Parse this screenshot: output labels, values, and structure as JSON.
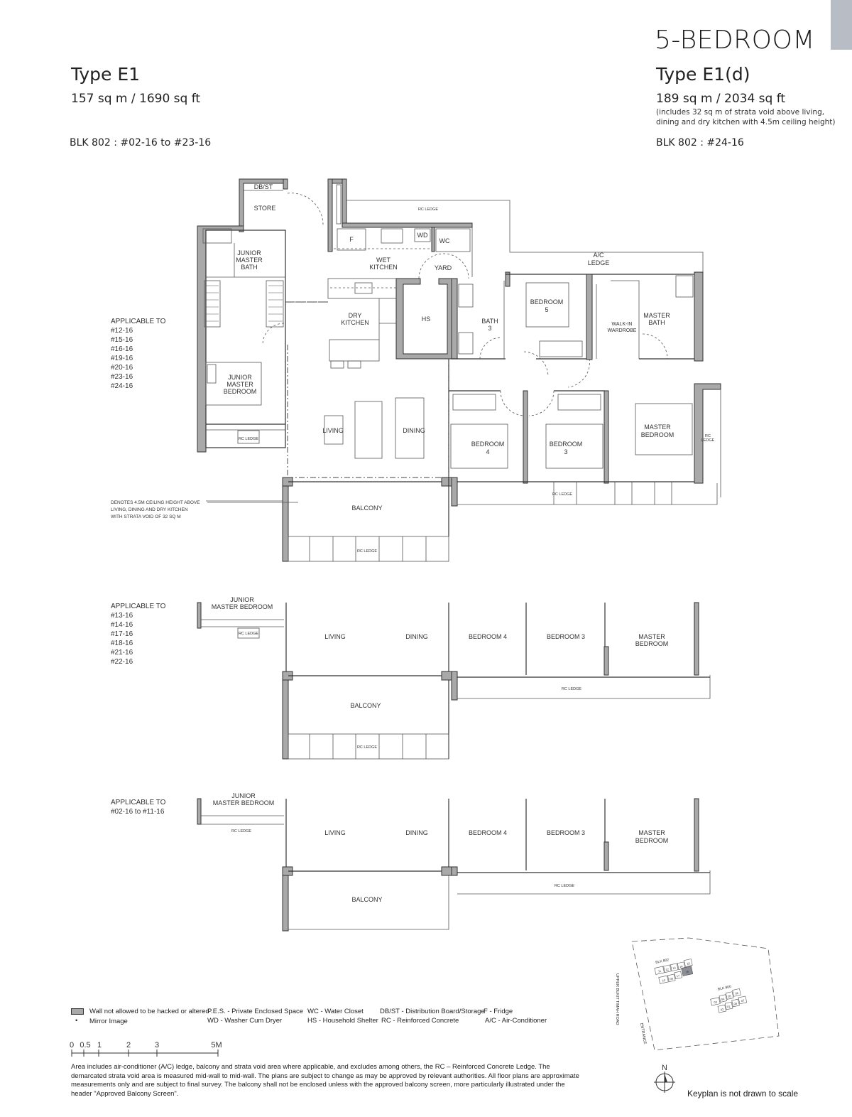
{
  "header": {
    "category": "5-BEDROOM",
    "left": {
      "type": "Type E1",
      "area": "157 sq m / 1690 sq ft",
      "blk": "BLK 802 : #02-16 to #23-16"
    },
    "right": {
      "type": "Type E1(d)",
      "area": "189 sq m / 2034 sq ft",
      "note_line1": "(includes 32 sq m of strata void above living,",
      "note_line2": "dining and dry kitchen with 4.5m ceiling height)",
      "blk": "BLK 802 : #24-16"
    }
  },
  "plan_main": {
    "applicable_title": "APPLICABLE TO",
    "applicable_units": [
      "#12-16",
      "#15-16",
      "#16-16",
      "#19-16",
      "#20-16",
      "#23-16",
      "#24-16"
    ],
    "rooms": {
      "dbst": "DB/ST",
      "store": "STORE",
      "rc_ledge_top": "RC LEDGE",
      "jm_bath_1": "JUNIOR",
      "jm_bath_2": "MASTER",
      "jm_bath_3": "BATH",
      "fridge": "F",
      "wd": "WD",
      "wc": "WC",
      "wet_kitchen_1": "WET",
      "wet_kitchen_2": "KITCHEN",
      "yard": "YARD",
      "ac_ledge_1": "A/C",
      "ac_ledge_2": "LEDGE",
      "dry_kitchen_1": "DRY",
      "dry_kitchen_2": "KITCHEN",
      "hs": "HS",
      "bath3_1": "BATH",
      "bath3_2": "3",
      "bedroom5_1": "BEDROOM",
      "bedroom5_2": "5",
      "wiw_1": "WALK-IN",
      "wiw_2": "WARDROBE",
      "master_bath_1": "MASTER",
      "master_bath_2": "BATH",
      "jmb_1": "JUNIOR",
      "jmb_2": "MASTER",
      "jmb_3": "BEDROOM",
      "rc_ledge_jm": "RC LEDGE",
      "living": "LIVING",
      "dining": "DINING",
      "bedroom4_1": "BEDROOM",
      "bedroom4_2": "4",
      "bedroom3_1": "BEDROOM",
      "bedroom3_2": "3",
      "master_bedroom_1": "MASTER",
      "master_bedroom_2": "BEDROOM",
      "rc_ledge_right_1": "RC",
      "rc_ledge_right_2": "LEDGE",
      "rc_ledge_bottom": "RC LEDGE",
      "balcony": "BALCONY",
      "rc_ledge_balcony": "RC LEDGE"
    },
    "void_note": [
      "DENOTES 4.5M CEILING HEIGHT ABOVE",
      "LIVING, DINING AND DRY KITCHEN",
      "WITH STRATA VOID OF 32 SQ M"
    ]
  },
  "plan_2": {
    "applicable_title": "APPLICABLE TO",
    "applicable_units": [
      "#13-16",
      "#14-16",
      "#17-16",
      "#18-16",
      "#21-16",
      "#22-16"
    ],
    "rooms": {
      "jmb_1": "JUNIOR",
      "jmb_2": "MASTER BEDROOM",
      "rc_ledge_jm": "RC LEDGE",
      "living": "LIVING",
      "dining": "DINING",
      "bedroom4": "BEDROOM 4",
      "bedroom3": "BEDROOM 3",
      "master_1": "MASTER",
      "master_2": "BEDROOM",
      "rc_ledge_bottom": "RC LEDGE",
      "balcony": "BALCONY",
      "rc_ledge_balcony": "RC LEDGE"
    }
  },
  "plan_3": {
    "applicable_title": "APPLICABLE TO",
    "applicable_units": [
      "#02-16 to #11-16"
    ],
    "rooms": {
      "jmb_1": "JUNIOR",
      "jmb_2": "MASTER BEDROOM",
      "rc_ledge_jm": "RC LEDGE",
      "living": "LIVING",
      "dining": "DINING",
      "bedroom4": "BEDROOM 4",
      "bedroom3": "BEDROOM 3",
      "master_1": "MASTER",
      "master_2": "BEDROOM",
      "rc_ledge_bottom": "RC LEDGE",
      "balcony": "BALCONY"
    }
  },
  "legend": {
    "wall": "Wall not allowed to be hacked or altered",
    "mirror": "Mirror Image",
    "pes": "P.E.S. - Private Enclosed Space",
    "wd": "WD - Washer Cum Dryer",
    "wc": "WC - Water Closet",
    "hs": "HS - Household Shelter",
    "dbst": "DB/ST - Distribution Board/Storage",
    "rc": "RC - Reinforced Concrete",
    "f": "F - Fridge",
    "ac": "A/C - Air-Conditioner"
  },
  "scale": {
    "ticks": [
      "0",
      "0.5",
      "1",
      "2",
      "3",
      "5M"
    ]
  },
  "disclaimer": "Area includes air-conditioner (A/C) ledge, balcony and strata void area where applicable, and excludes among others, the RC – Reinforced Concrete Ledge. The demarcated strata void area is measured mid-wall to mid-wall. The plans are subject to change as may be approved by relevant authorities. All floor plans are approximate measurements only and are subject to final survey. The balcony shall not be enclosed unless with the approved balcony screen, more particularly illustrated under the header \"Approved Balcony Screen\".",
  "keyplan": {
    "blk802": "BLK 802",
    "blk800": "BLK 800",
    "units802": [
      "11",
      "12",
      "13",
      "14",
      "15",
      "10",
      "09",
      "17",
      "16"
    ],
    "units800": [
      "03",
      "04",
      "05",
      "06",
      "02",
      "01",
      "08",
      "07"
    ],
    "highlighted_unit": "16",
    "road": "UPPER BUKIT TIMAH ROAD",
    "entrance": "ENTRANCE",
    "north": "N",
    "note": "Keyplan is not drawn to scale"
  },
  "colors": {
    "wall_fill": "#a9a9a9",
    "highlight_unit": "#8c8f96",
    "tab": "#b8bcc4"
  }
}
